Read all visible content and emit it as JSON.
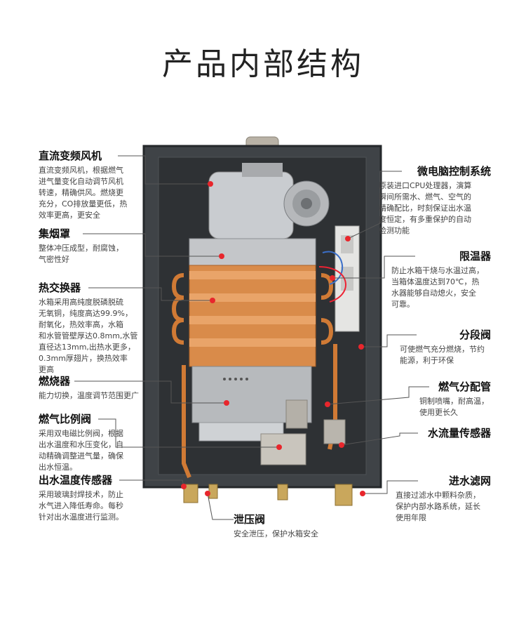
{
  "title": "产品内部结构",
  "colors": {
    "accent": "#e8262c",
    "casing": "#3f4347",
    "copper": "#d98b4a"
  },
  "labels": [
    {
      "id": "fan",
      "side": "left",
      "title": "直流变频风机",
      "lines": [
        "直流变频风机，根据燃气",
        "进气量变化自动调节风机",
        "转速，精确供风。燃烧更",
        "充分，CO排放量更低，热",
        "效率更高，更安全"
      ]
    },
    {
      "id": "hood",
      "side": "left",
      "title": "集烟罩",
      "lines": [
        "整体冲压成型，耐腐蚀，",
        "气密性好"
      ]
    },
    {
      "id": "exchanger",
      "side": "left",
      "title": "热交换器",
      "lines": [
        "水箱采用高纯度脱磷脱硫",
        "无氧铜，纯度高达99.9%，",
        "耐氧化，热效率高，水箱",
        "和水管管壁厚达0.8mm,水管",
        "直径达13mm,出热水更多，",
        "0.3mm厚翅片，换热效率",
        "更高"
      ]
    },
    {
      "id": "burner",
      "side": "left",
      "title": "燃烧器",
      "lines": [
        "能力切换，温度调节范围更广"
      ]
    },
    {
      "id": "valve",
      "side": "left",
      "title": "燃气比例阀",
      "lines": [
        "采用双电磁比例阀，根据",
        "出水温度和水压变化，自",
        "动精确调整进气量，确保",
        "出水恒温。"
      ]
    },
    {
      "id": "sensor",
      "side": "left",
      "title": "出水温度传感器",
      "lines": [
        "采用玻璃封焊技术，防止",
        "水气进入降低寿命。每秒",
        "针对出水温度进行监测。"
      ]
    },
    {
      "id": "relief",
      "side": "bottom",
      "title": "泄压阀",
      "lines": [
        "安全泄压，保护水箱安全"
      ]
    },
    {
      "id": "cpu",
      "side": "right",
      "title": "微电脑控制系统",
      "lines": [
        "原装进口CPU处理器，演算",
        "瞬间所需水、燃气、空气的",
        "精确配比，时刻保证出水温",
        "度恒定，有多重保护的自动",
        "检测功能"
      ]
    },
    {
      "id": "limiter",
      "side": "right",
      "title": "限温器",
      "lines": [
        "防止水箱干烧与水温过高，",
        "当箱体温度达到70℃，热",
        "水器能够自动熄火，安全",
        "可靠。"
      ]
    },
    {
      "id": "segment",
      "side": "right",
      "title": "分段阀",
      "lines": [
        "可使燃气充分燃烧，节约",
        "能源，利于环保"
      ]
    },
    {
      "id": "manifold",
      "side": "right",
      "title": "燃气分配管",
      "lines": [
        "铜制喷嘴，耐高温，",
        "使用更长久"
      ]
    },
    {
      "id": "flow",
      "side": "right",
      "title": "水流量传感器",
      "lines": []
    },
    {
      "id": "filter",
      "side": "right",
      "title": "进水滤网",
      "lines": [
        "直接过滤水中颗料杂质，",
        "保护内部水路系统，延长",
        "使用年限"
      ]
    }
  ]
}
